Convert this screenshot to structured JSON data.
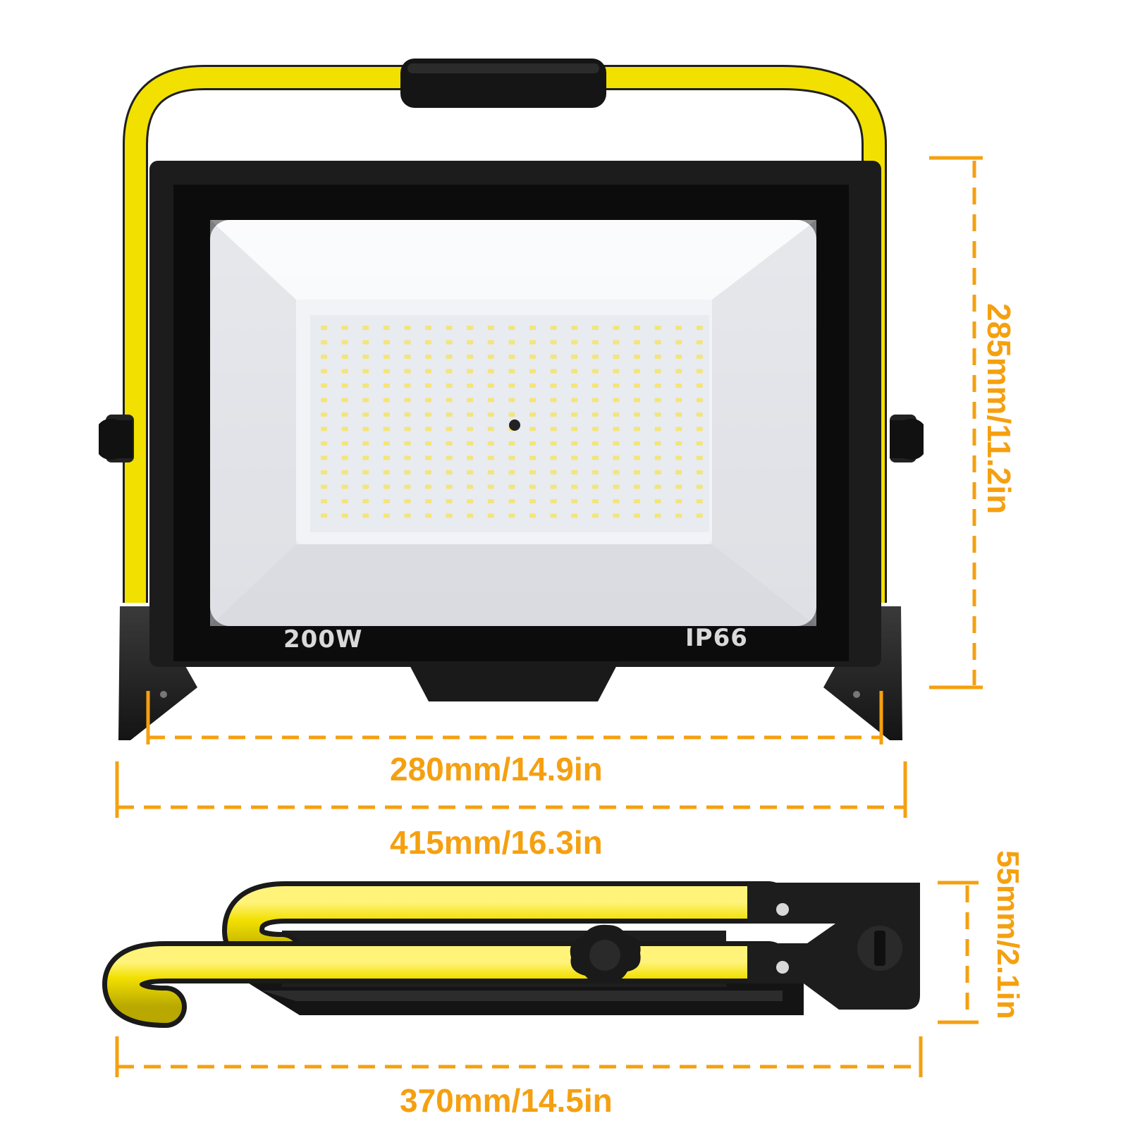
{
  "product": {
    "wattage": "200W",
    "ip_rating": "IP66"
  },
  "dimensions": {
    "height": "285mm/11.2in",
    "inner_width": "280mm/14.9in",
    "outer_width": "415mm/16.3in",
    "folded_width": "370mm/14.5in",
    "folded_thickness": "55mm/2.1in"
  },
  "colors": {
    "accent": "#F5A010",
    "frame_yellow": "#F2E000",
    "housing_black": "#1c1c1c",
    "reflector_grey": "#e6e8ec",
    "led": "#f3e57a"
  }
}
